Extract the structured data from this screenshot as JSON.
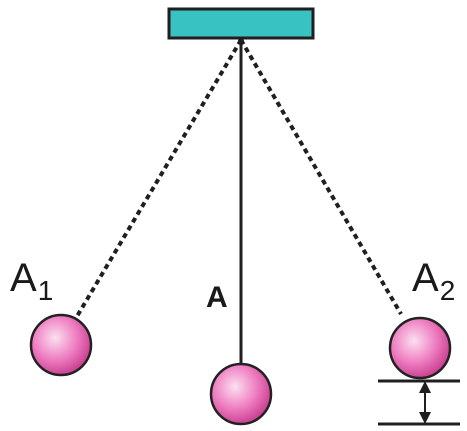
{
  "diagram": {
    "labels": {
      "left_main": "A",
      "left_sub": "1",
      "center": "A",
      "right_main": "A",
      "right_sub": "2"
    },
    "colors": {
      "support_fill": "#39c2c2",
      "support_stroke": "#1f1f1f",
      "string": "#1f1f1f",
      "bob_light": "#fbe0f0",
      "bob_mid": "#ef7fc2",
      "bob_dark": "#c83c8f",
      "bob_stroke": "#222222"
    }
  }
}
